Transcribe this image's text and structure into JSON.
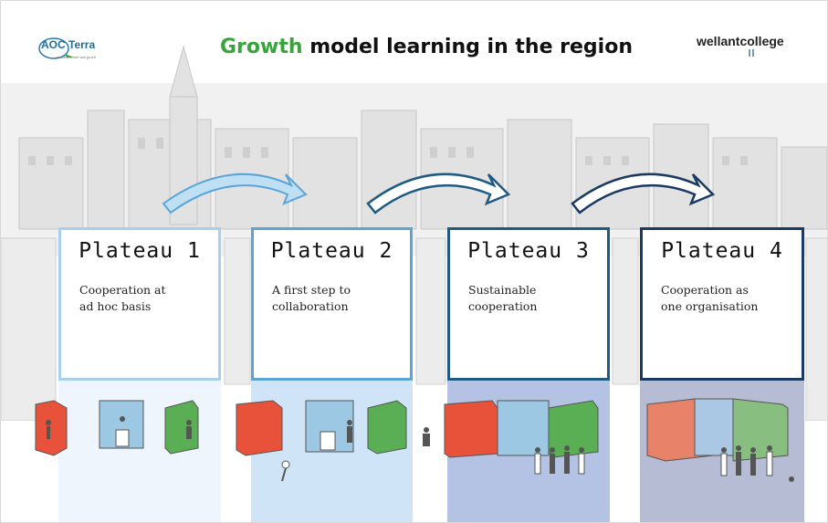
{
  "header": {
    "title_accent": "Growth",
    "title_rest": " model learning in the region",
    "logo_left": "AOC Terra",
    "logo_left_tagline": "ontwikkelt met wat groeit",
    "logo_right": "wellantcollege"
  },
  "plateaus": [
    {
      "title": "Plateau 1",
      "line1": "Cooperation at",
      "line2": "ad hoc basis"
    },
    {
      "title": "Plateau 2",
      "line1": "A first step to",
      "line2": "collaboration"
    },
    {
      "title": "Plateau 3",
      "line1": "Sustainable",
      "line2": "cooperation"
    },
    {
      "title": "Plateau 4",
      "line1": "Cooperation as",
      "line2": "one organisation"
    }
  ],
  "colors": {
    "accent": "#3aa43c",
    "plateau1": "#a8d0ee",
    "plateau2": "#5aa4d8",
    "plateau3": "#1e5a82",
    "plateau4": "#1a3a62",
    "cube_red": "#e8513a",
    "cube_blue": "#9cc8e4",
    "cube_green": "#5aaf55"
  }
}
